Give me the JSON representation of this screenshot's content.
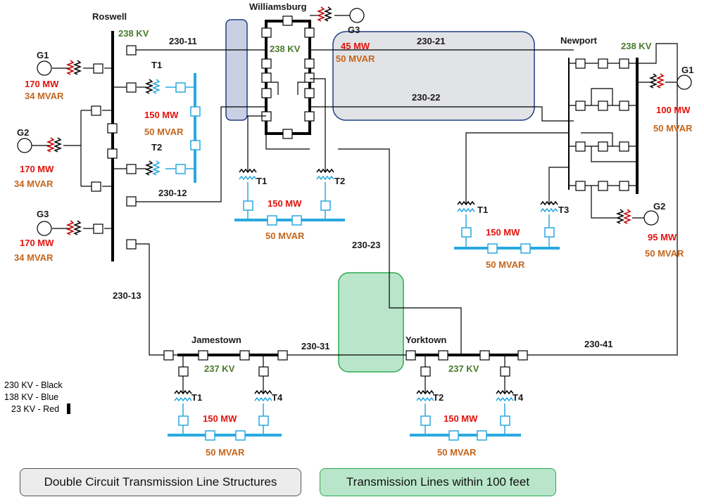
{
  "buses": {
    "roswell": "Roswell",
    "williamsburg": "Williamsburg",
    "newport": "Newport",
    "jamestown": "Jamestown",
    "yorktown": "Yorktown"
  },
  "kv": {
    "roswell": "238 KV",
    "williamsburg": "238 KV",
    "newport": "238 KV",
    "jamestown": "237 KV",
    "yorktown": "237 KV"
  },
  "lines": {
    "l230_11": "230-11",
    "l230_12": "230-12",
    "l230_13": "230-13",
    "l230_21": "230-21",
    "l230_22": "230-22",
    "l230_23": "230-23",
    "l230_31": "230-31",
    "l230_41": "230-41"
  },
  "generators": {
    "roswell_g1": {
      "label": "G1",
      "mw": "170 MW",
      "mvar": "34 MVAR"
    },
    "roswell_g2": {
      "label": "G2",
      "mw": "170 MW",
      "mvar": "34 MVAR"
    },
    "roswell_g3": {
      "label": "G3",
      "mw": "170 MW",
      "mvar": "34 MVAR"
    },
    "williamsburg_g3": {
      "label": "G3",
      "mw": "45 MW",
      "mvar": "50 MVAR"
    },
    "newport_g1": {
      "label": "G1",
      "mw": "100 MW",
      "mvar": "50 MVAR"
    },
    "newport_g2": {
      "label": "G2",
      "mw": "95 MW",
      "mvar": "50 MVAR"
    }
  },
  "transformers": {
    "roswell_t1": "T1",
    "roswell_t2": "T2",
    "williamsburg_t1": "T1",
    "williamsburg_t2": "T2",
    "newport_t1": "T1",
    "newport_t3": "T3",
    "jamestown_t1": "T1",
    "jamestown_t4": "T4",
    "yorktown_t2": "T2",
    "yorktown_t4": "T4"
  },
  "loads": {
    "roswell": {
      "mw": "150 MW",
      "mvar": "50 MVAR"
    },
    "williamsburg": {
      "mw": "150 MW",
      "mvar": "50 MVAR"
    },
    "newport": {
      "mw": "150 MW",
      "mvar": "50 MVAR"
    },
    "jamestown": {
      "mw": "150 MW",
      "mvar": "50 MVAR"
    },
    "yorktown": {
      "mw": "150 MW",
      "mvar": "50 MVAR"
    }
  },
  "voltage_legend": [
    "230 KV - Black",
    "138 KV - Blue",
    "23 KV - Red"
  ],
  "boxes": {
    "double_circuit": "Double Circuit Transmission Line Structures",
    "within_100ft": "Transmission Lines within 100 feet"
  },
  "colors": {
    "kv230": "#000000",
    "kv138": "#29a9e0",
    "kv23": "#c00000",
    "kv_text": "#4a7a2c",
    "mw_text": "#e3120b",
    "mvar_text": "#c5651b",
    "double_circuit_fill": "#e6e6e6",
    "within_100ft_fill": "#b9e6cb",
    "within_100ft_border": "#2fa84f",
    "double_circuit_border": "#1f3f86"
  }
}
